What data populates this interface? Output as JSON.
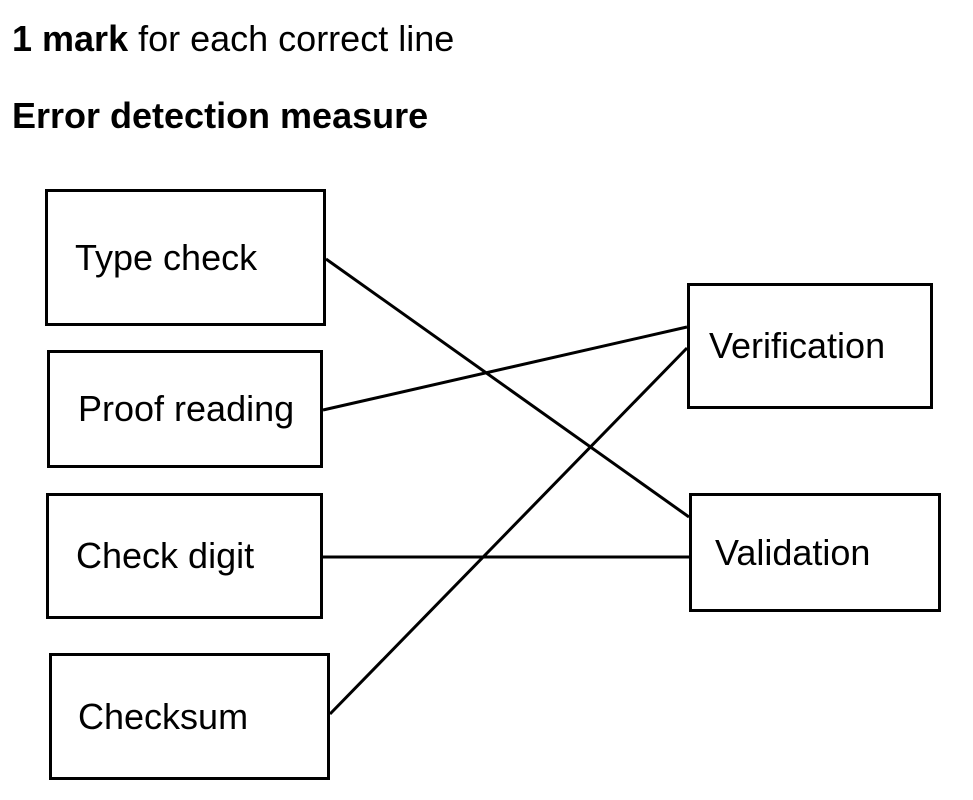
{
  "page": {
    "background_color": "#ffffff",
    "text_color": "#000000"
  },
  "header": {
    "mark_bold": "1 mark",
    "mark_rest": " for each correct line"
  },
  "section_heading": "Error detection measure",
  "diagram": {
    "left_items": [
      "Type check",
      "Proof reading",
      "Check digit",
      "Checksum"
    ],
    "right_items": [
      "Verification",
      "Validation"
    ],
    "connections": [
      {
        "from": "Type check",
        "to": "Validation"
      },
      {
        "from": "Proof reading",
        "to": "Verification"
      },
      {
        "from": "Check digit",
        "to": "Validation"
      },
      {
        "from": "Checksum",
        "to": "Verification"
      }
    ],
    "line_color": "#000000",
    "box_border_color": "#000000",
    "box_fill_color": "#ffffff"
  }
}
